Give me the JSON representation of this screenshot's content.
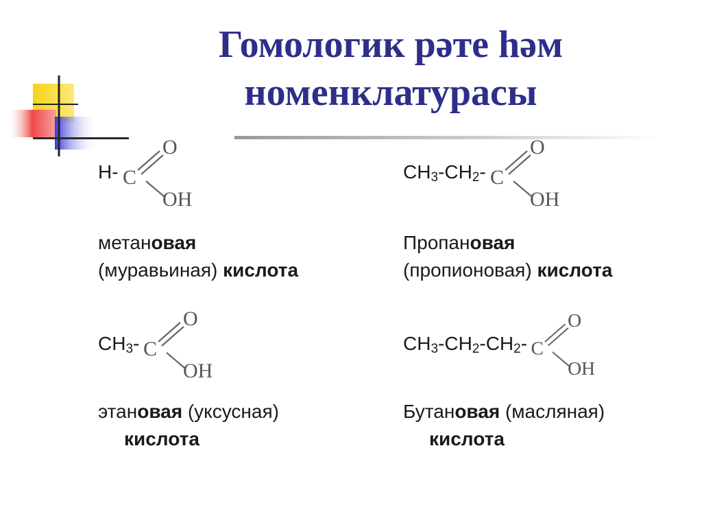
{
  "title": {
    "line1": "Гомологик рәте һәм",
    "line2": "номенклатурасы"
  },
  "cooh_atoms": {
    "carbon": "C",
    "oxygen": "O",
    "hydroxyl": "OH"
  },
  "acids": [
    {
      "prefix": "H-",
      "name_root": "метан",
      "name_suffix": "овая",
      "trivial": "(муравьиная)",
      "word": "кислота"
    },
    {
      "prefix": "CH3-CH2-",
      "name_root": "Пропан",
      "name_suffix": "овая",
      "trivial": "(пропионовая)",
      "word": "кислота"
    },
    {
      "prefix": "CH3-",
      "name_root": "этан",
      "name_suffix": "овая",
      "trivial": "(уксусная)",
      "word": "кислота"
    },
    {
      "prefix": "CH3-CH2-CH2-",
      "name_root": "Бутан",
      "name_suffix": "овая",
      "trivial": "(масляная)",
      "word": "кислота"
    }
  ],
  "colors": {
    "title": "#2e2e8a",
    "deco_yellow": "#f7d417",
    "deco_red": "#f04848",
    "deco_blue": "#3a3ad8"
  }
}
